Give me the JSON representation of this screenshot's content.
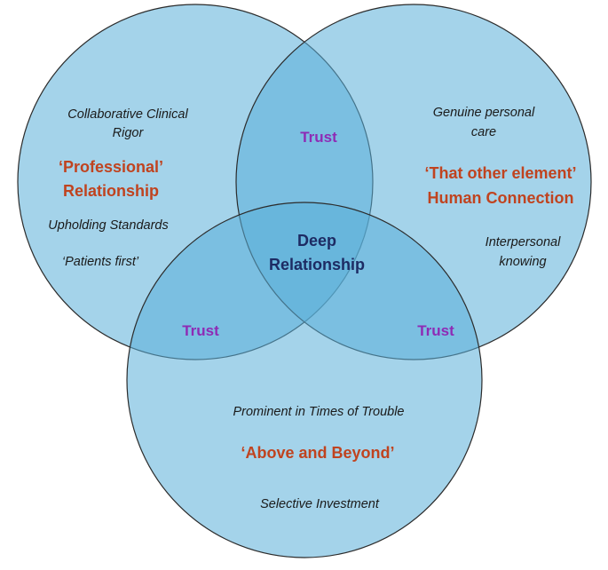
{
  "colors": {
    "circle_fill": "#5aaed8",
    "circle_stroke": "#2c2c2c",
    "heading": "#c0431f",
    "trust": "#8e2bb5",
    "center": "#1d2b63",
    "italic_text": "#1a1a1a"
  },
  "left_circle": {
    "italic_top": [
      "Collaborative Clinical",
      "Rigor"
    ],
    "heading": [
      "‘Professional’",
      "Relationship"
    ],
    "italic_mid": "Upholding Standards",
    "italic_bottom": "‘Patients first’"
  },
  "right_circle": {
    "italic_top": [
      "Genuine personal",
      "care"
    ],
    "heading": [
      "‘That other element’",
      "Human Connection"
    ],
    "italic_bottom": [
      "Interpersonal",
      "knowing"
    ]
  },
  "bottom_circle": {
    "italic_top": "Prominent in Times of Trouble",
    "heading": "‘Above and Beyond’",
    "italic_bottom": "Selective Investment"
  },
  "overlaps": {
    "top": "Trust",
    "left": "Trust",
    "right": "Trust"
  },
  "center": [
    "Deep",
    "Relationship"
  ]
}
